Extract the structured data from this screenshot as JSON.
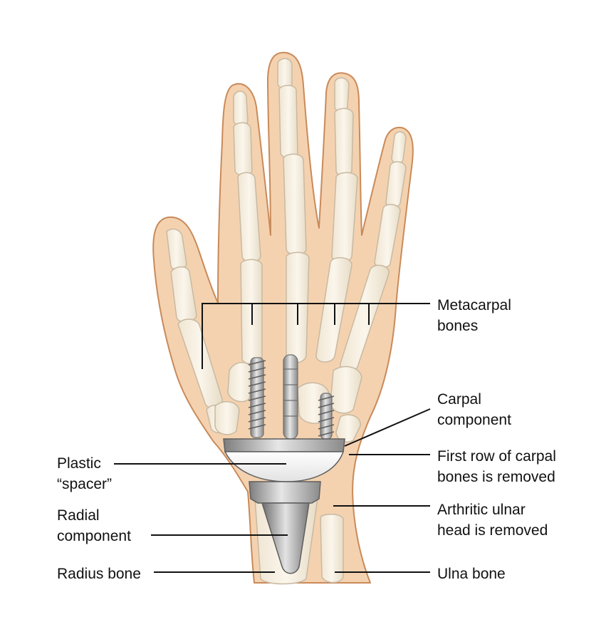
{
  "colors": {
    "skin": "#F4D2B0",
    "skin_outline": "#C98A5A",
    "bone": "#F6EEDD",
    "bone_outline": "#C8B9A2",
    "metal": "#D8D8D8",
    "metal_dark": "#8C8C8C",
    "leader_line": "#111111",
    "text": "#111111"
  },
  "labels": {
    "metacarpal": [
      "Metacarpal",
      "bones"
    ],
    "carpal_component": [
      "Carpal",
      "component"
    ],
    "first_row": [
      "First row of carpal",
      "bones is removed"
    ],
    "ulnar_head": [
      "Arthritic ulnar",
      "head is removed"
    ],
    "ulna_bone": [
      "Ulna bone"
    ],
    "plastic_spacer": [
      "Plastic",
      "“spacer”"
    ],
    "radial_component": [
      "Radial",
      "component"
    ],
    "radius_bone": [
      "Radius bone"
    ]
  }
}
